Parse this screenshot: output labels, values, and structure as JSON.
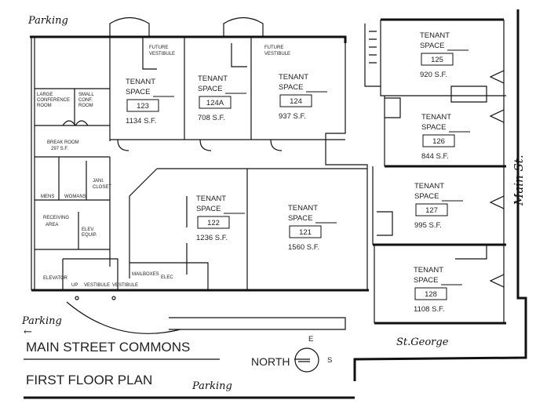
{
  "title": "MAIN STREET COMMONS",
  "subtitle": "FIRST FLOOR PLAN",
  "streets": {
    "main": "Main St.",
    "cross": "St.George"
  },
  "parking": [
    "Parking",
    "Parking",
    "Parking"
  ],
  "compass": {
    "north": "NORTH",
    "east": "E",
    "south": "S"
  },
  "tenants": [
    {
      "label1": "TENANT",
      "label2": "SPACE",
      "number": "123",
      "area": "1134 S.F."
    },
    {
      "label1": "TENANT",
      "label2": "SPACE",
      "number": "124A",
      "area": "708 S.F."
    },
    {
      "label1": "TENANT",
      "label2": "SPACE",
      "number": "124",
      "area": "937 S.F."
    },
    {
      "label1": "TENANT",
      "label2": "SPACE",
      "number": "125",
      "area": "920 S.F."
    },
    {
      "label1": "TENANT",
      "label2": "SPACE",
      "number": "126",
      "area": "844 S.F."
    },
    {
      "label1": "TENANT",
      "label2": "SPACE",
      "number": "127",
      "area": "995 S.F."
    },
    {
      "label1": "TENANT",
      "label2": "SPACE",
      "number": "128",
      "area": "1108 S.F."
    },
    {
      "label1": "TENANT",
      "label2": "SPACE",
      "number": "122",
      "area": "1236 S.F."
    },
    {
      "label1": "TENANT",
      "label2": "SPACE",
      "number": "121",
      "area": "1560 S.F."
    }
  ],
  "rooms": {
    "future_vestibule_1": [
      "FUTURE",
      "VESTIBULE"
    ],
    "future_vestibule_2": [
      "FUTURE",
      "VESTIBULE"
    ],
    "large_conference": [
      "LARGE",
      "CONFERENCE",
      "ROOM"
    ],
    "small_conference": [
      "SMALL",
      "CONF.",
      "ROOM"
    ],
    "break_room": [
      "BREAK ROOM",
      "297 S.F."
    ],
    "mens": "MENS",
    "womans": "WOMANS",
    "jani_closet": [
      "JANI.",
      "CLOSET"
    ],
    "receiving": [
      "RECEIVING",
      "AREA"
    ],
    "elev_equip": [
      "ELEV.",
      "EQUIP."
    ],
    "elevator": "ELEVATOR",
    "up": "UP",
    "vestibule_1": "VESTIBULE",
    "vestibule_2": "VESTIBULE",
    "mailboxes": "MAILBOXES",
    "elec": "ELEC"
  }
}
